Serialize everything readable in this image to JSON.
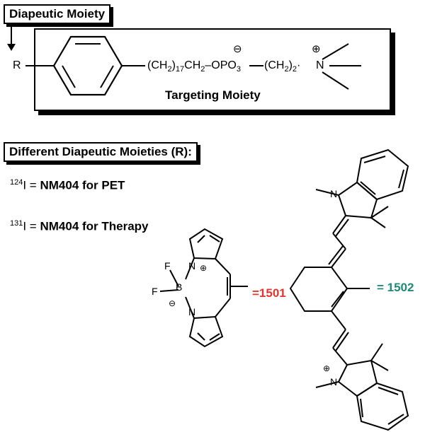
{
  "headers": {
    "diapeutic_moiety": "Diapeutic Moiety",
    "targeting_moiety": "Targeting Moiety",
    "different_moieties": "Different Diapeutic Moieties (R):"
  },
  "chain": {
    "r_label": "R",
    "ch2": "(CH",
    "sub2": "2",
    "close": ")",
    "sub17": "17",
    "ch2o": "CH",
    "o_label": "O",
    "po3": "PO",
    "sub3": "3",
    "n_label": "N",
    "minus": "⊖",
    "plus": "⊕"
  },
  "items": [
    {
      "isotope": "124",
      "element": "I = ",
      "desc": "NM404 for PET"
    },
    {
      "isotope": "131",
      "element": "I = ",
      "desc": "NM404 for Therapy"
    }
  ],
  "compounds": {
    "bodipy_label": "=1501",
    "cyanine_label": "= 1502",
    "f_label": "F",
    "b_label": "B",
    "n_label": "N",
    "bodipy_color": "#e3342f",
    "cyanine_color": "#1f8a7a"
  }
}
